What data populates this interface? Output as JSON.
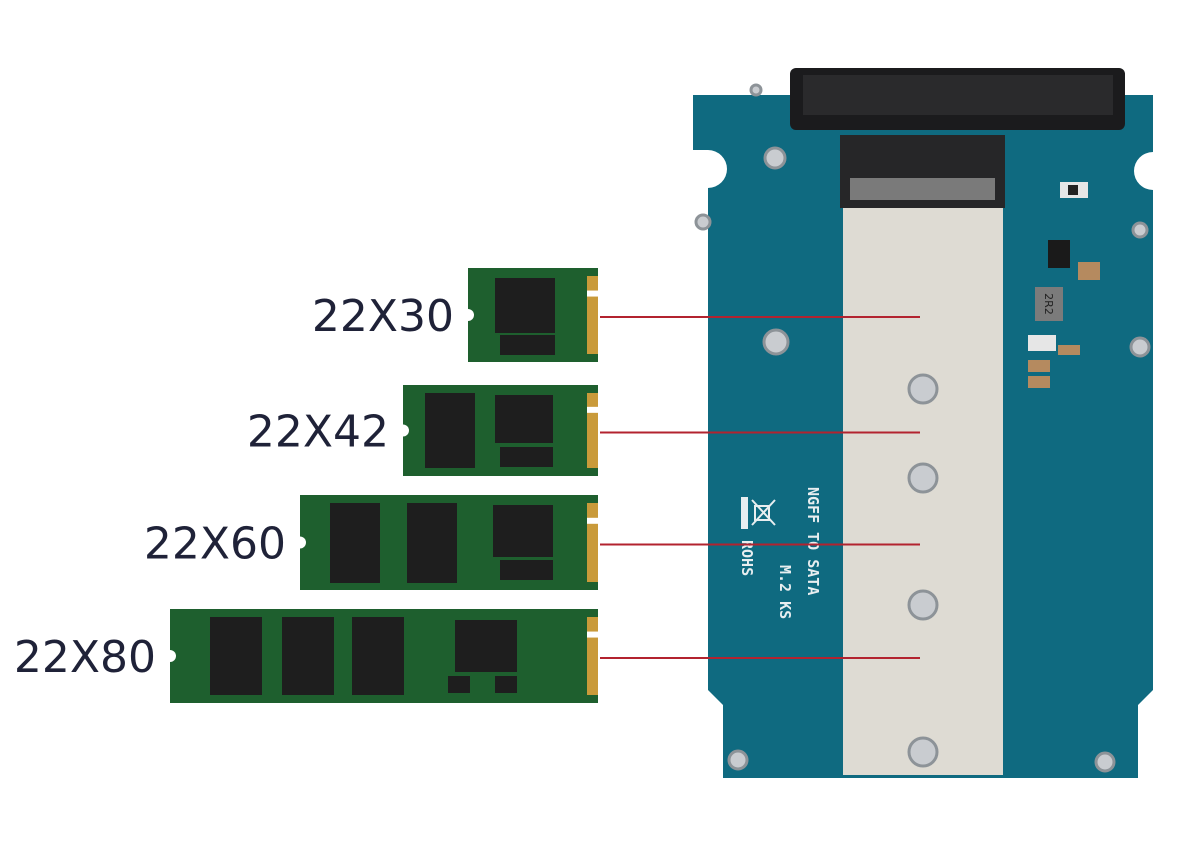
{
  "colors": {
    "board": "#0f6a80",
    "card": "#1e5f2e",
    "gold": "#c99a3a",
    "chip": "#1e1e1e",
    "line": "#b3232f",
    "label": "#1f2238",
    "shield": "#dedbd3"
  },
  "cards": [
    {
      "label": "22X30"
    },
    {
      "label": "22X42"
    },
    {
      "label": "22X60"
    },
    {
      "label": "22X80"
    }
  ],
  "board": {
    "silkscreen_line1": "NGFF TO SATA",
    "silkscreen_line2": "M.2 KS",
    "rohs": "ROHS",
    "inductor": "2R2"
  }
}
